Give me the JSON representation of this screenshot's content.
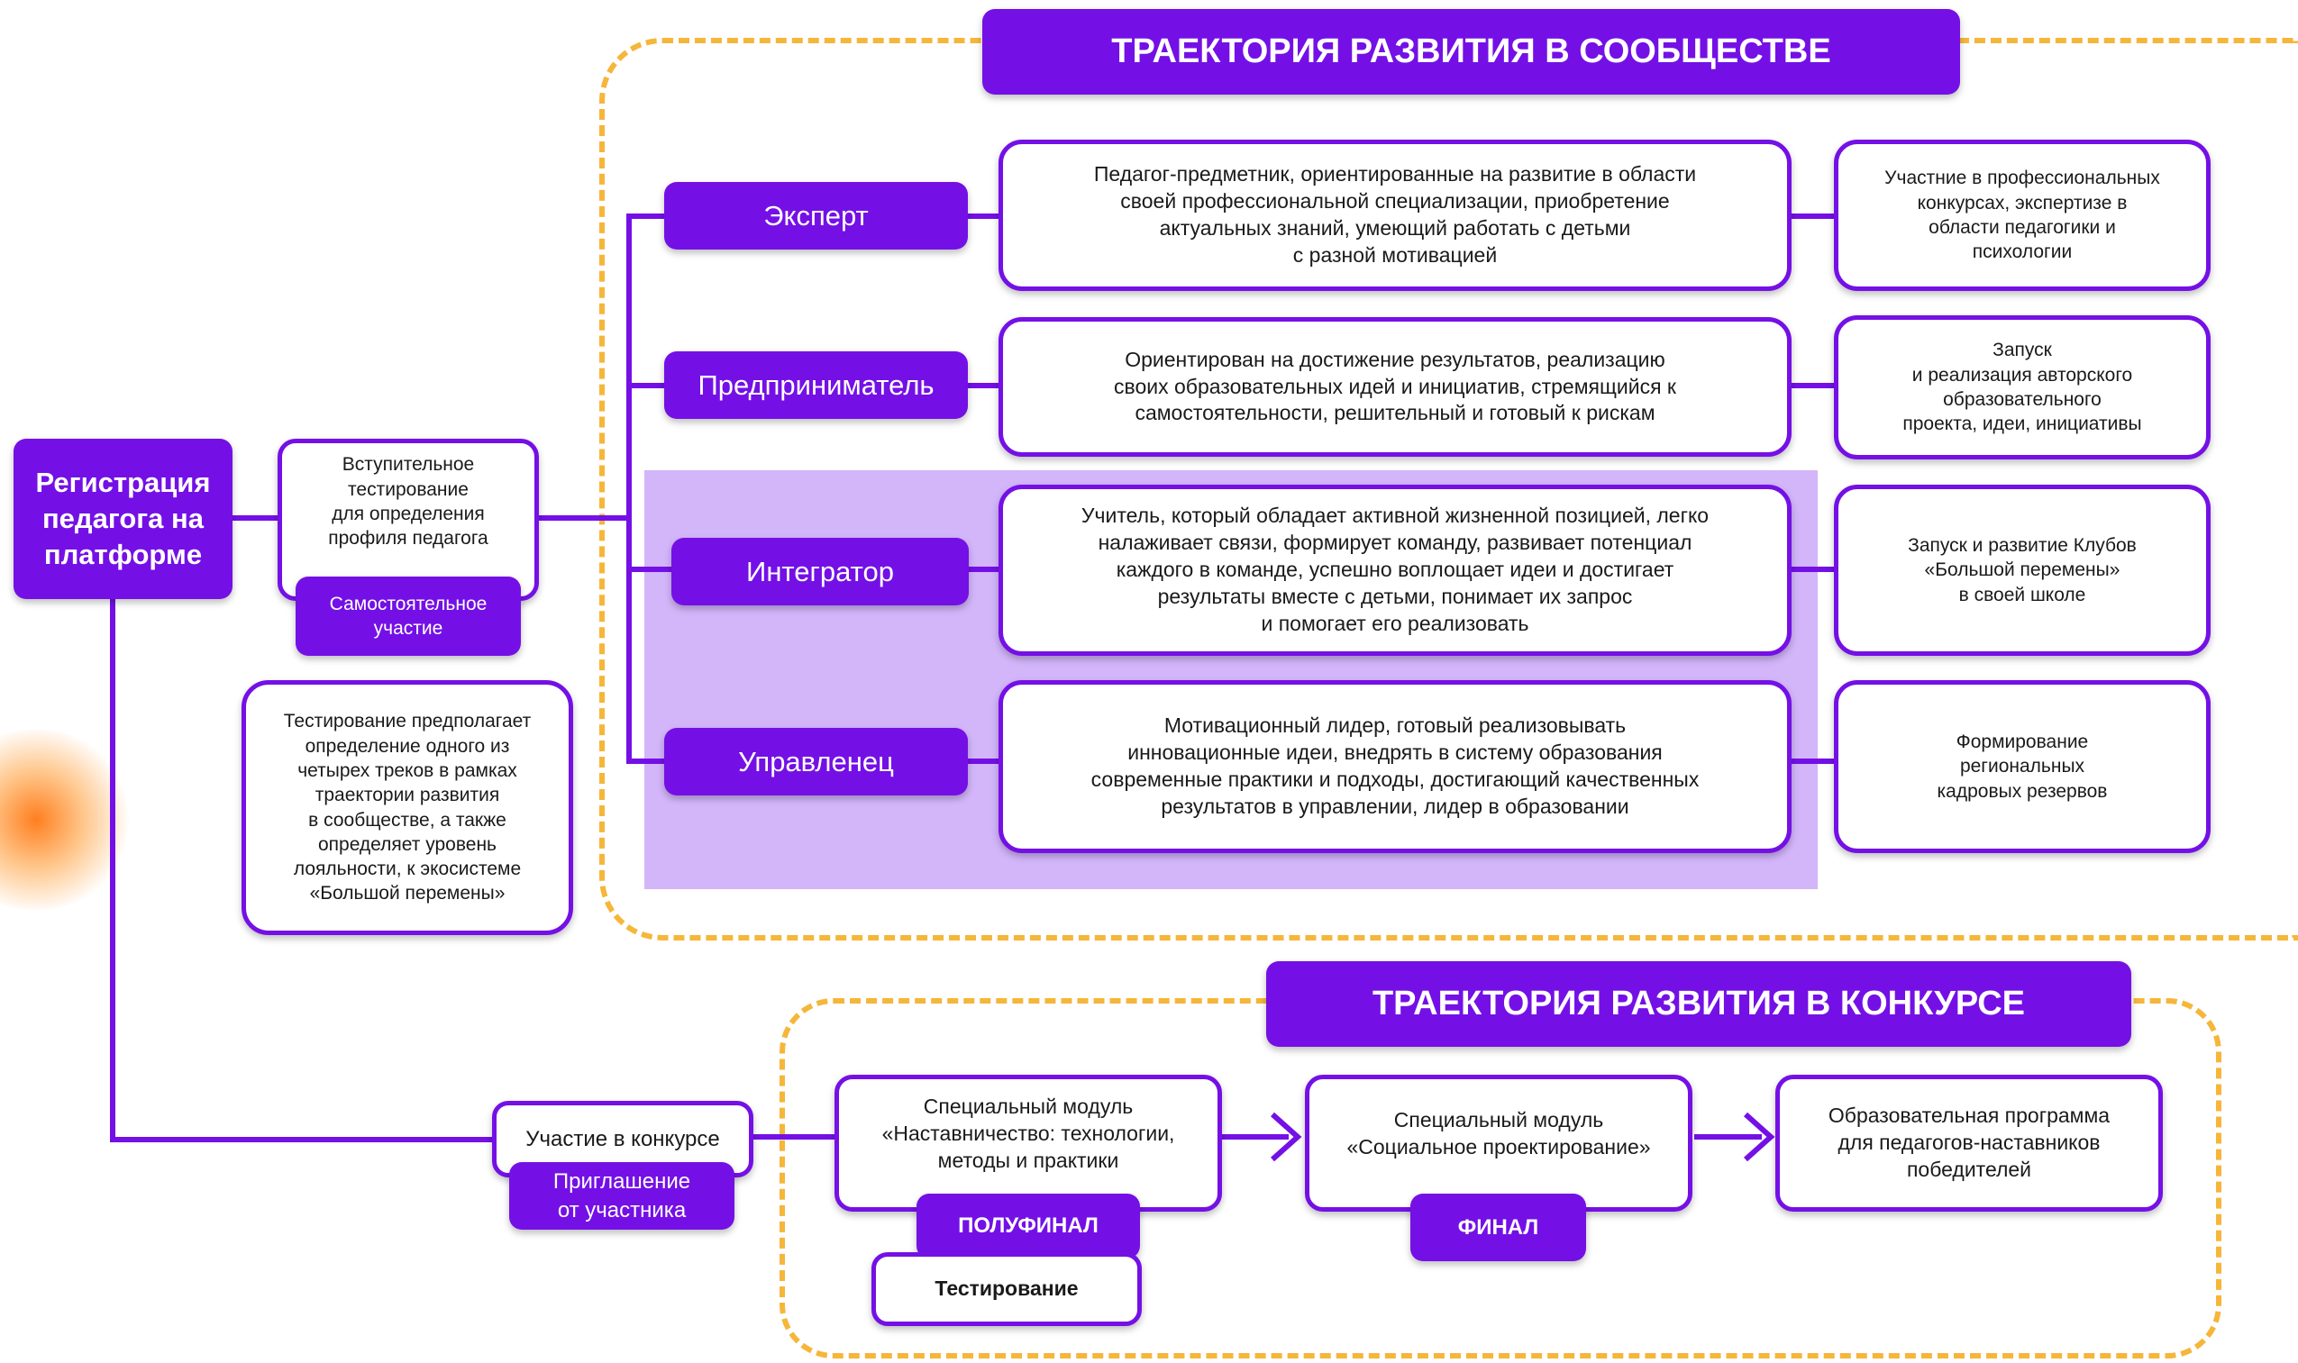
{
  "community": {
    "title": "ТРАЕКТОРИЯ РАЗВИТИЯ В СООБЩЕСТВЕ",
    "tracks": [
      {
        "name": "Эксперт",
        "description": "Педагог-предметник, ориентированные на развитие в области\nсвоей  профессиональной специализации, приобретение\nактуальных знаний, умеющий работать с детьми\nс разной мотивацией",
        "outcome": "Участние в профессиональных\nконкурсах, экспертизе в\nобласти педагогики и\nпсихологии"
      },
      {
        "name": "Предприниматель",
        "description": "Ориентирован на достижение  результатов, реализацию\nсвоих  образовательных идей и инициатив,  стремящийся к\nсамостоятельности, решительный и готовый к рискам",
        "outcome": "Запуск\nи реализация  авторского\nобразовательного\nпроекта, идеи, инициативы"
      },
      {
        "name": "Интегратор",
        "description": "Учитель, который обладает активной  жизненной позицией, легко\nналаживает  связи, формирует команду, развивает  потенциал\nкаждого в команде, успешно   воплощает идеи и достигает\nрезультаты   вместе с детьми, понимает их запрос\nи помогает его реализовать",
        "outcome": "Запуск  и развитие  Клубов\n«Большой  перемены»\nв своей школе"
      },
      {
        "name": "Управленец",
        "description": "Мотивационный лидер, готовый  реализовывать\nинновационные идеи, внедрять в систему образования\nсовременные практики и подходы, достигающий качественных\nрезультатов в управлении, лидер в образовании",
        "outcome": "Формирование\nрегиональных\nкадровых резервов"
      }
    ]
  },
  "registration": {
    "label": "Регистрация\nпедагога на\nплатформе"
  },
  "intro_test": {
    "label": "Вступительное\nтестирование\nдля определения\nпрофиля педагога",
    "tag": "Самостоятельное\nучастие"
  },
  "note": {
    "text": "Тестирование  предполагает\nопределение  одного из\nчетырех треков в рамках\nтраектории развития\nв сообществе, а также\nопределяет  уровень\nлояльности, к экосистеме\n«Большой перемены»"
  },
  "contest": {
    "title": "ТРАЕКТОРИЯ РАЗВИТИЯ В КОНКУРСЕ",
    "participation": {
      "label": "Участие в конкурсе",
      "tag": "Приглашение\nот участника"
    },
    "stages": [
      {
        "label": "Специальный модуль\n«Наставничество: технологии,\nметоды и практики",
        "tag": "ПОЛУФИНАЛ",
        "subtag": "Тестирование"
      },
      {
        "label": "Специальный модуль\n«Социальное проектирование»",
        "tag": "ФИНАЛ"
      },
      {
        "label": "Образовательная программа\nдля педагогов-наставников\nпобедителей"
      }
    ]
  },
  "colors": {
    "accent": "#7410e6",
    "dashed_frame": "#f5b63a",
    "highlight": "#d3b5fa"
  }
}
